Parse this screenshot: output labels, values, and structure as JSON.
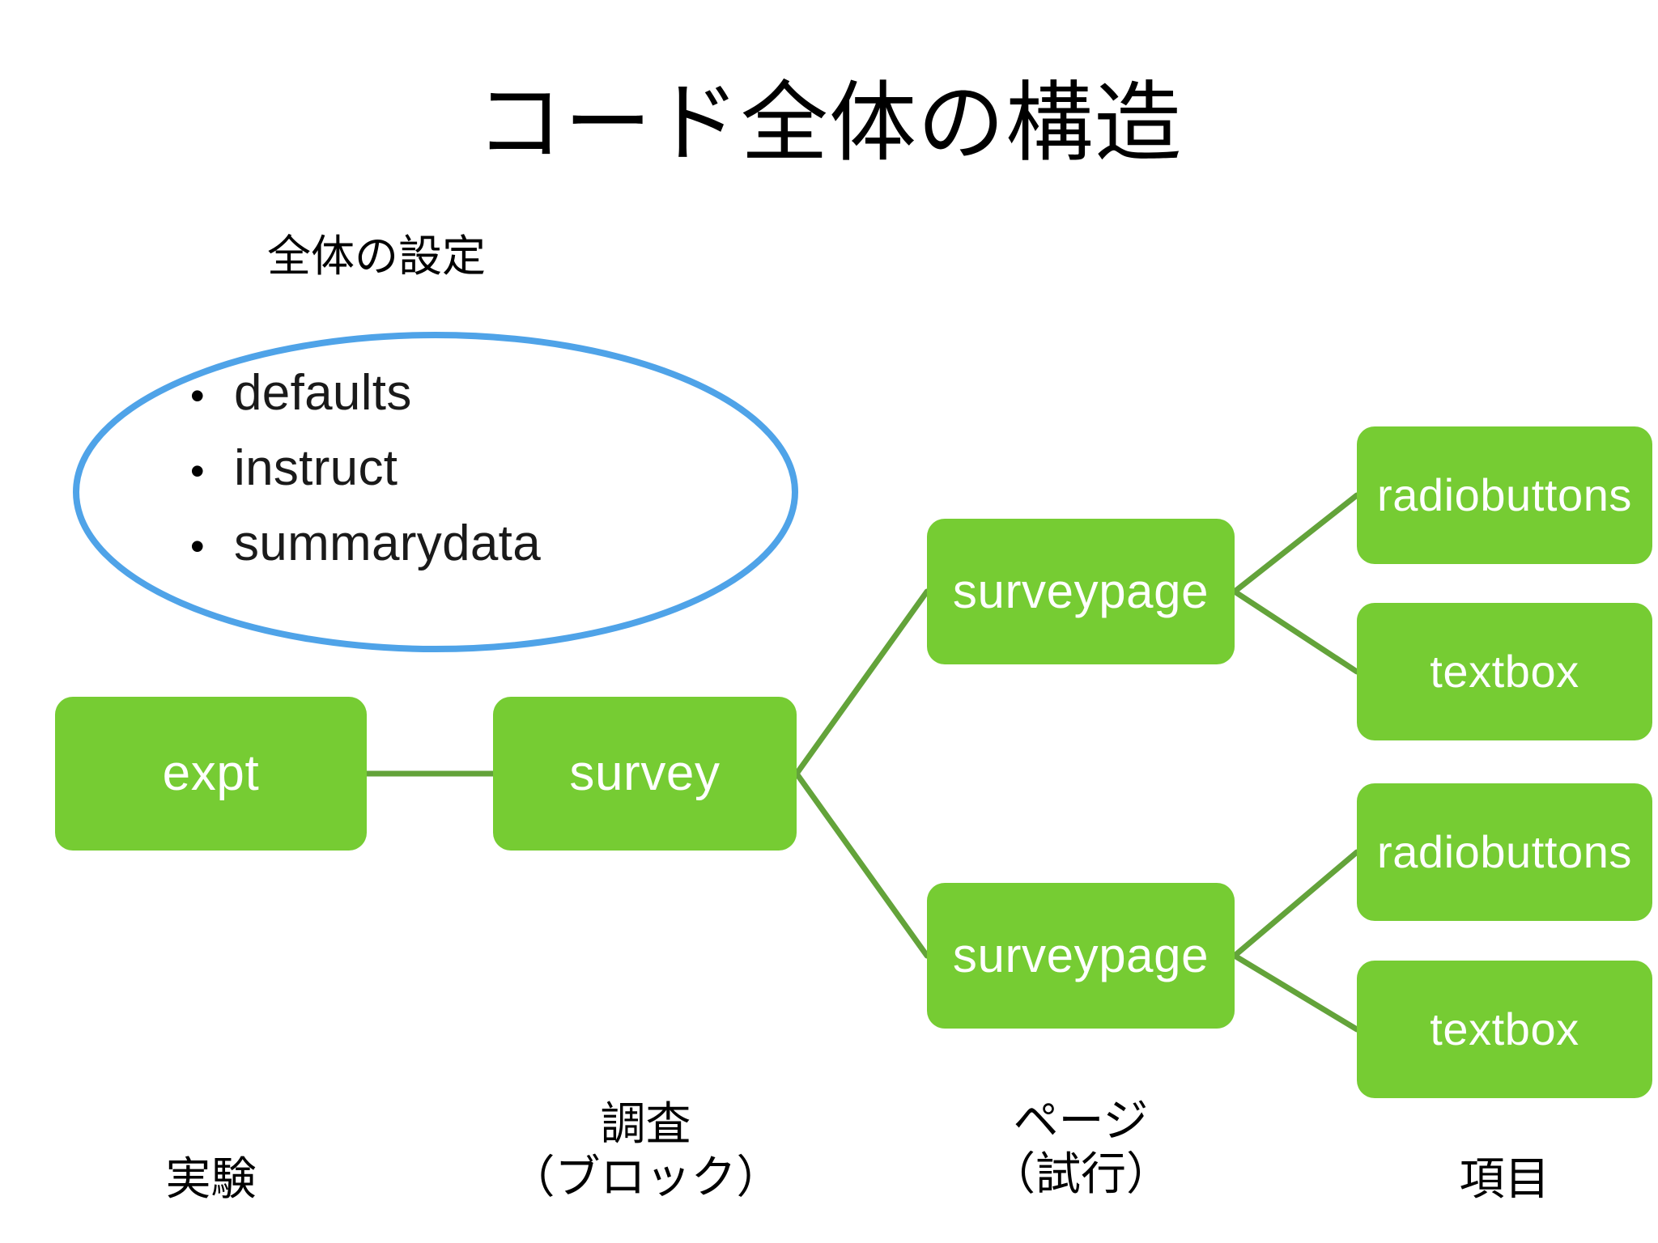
{
  "slide": {
    "title": "コード全体の構造",
    "background_color": "#ffffff",
    "accent_green": "#76CC33",
    "line_green": "#63A33A",
    "ellipse_blue": "#4FA3E8"
  },
  "settings_group": {
    "caption": "全体の設定",
    "bullet_glyph": "•",
    "items": [
      {
        "label": "defaults"
      },
      {
        "label": "instruct"
      },
      {
        "label": "summarydata"
      }
    ]
  },
  "nodes": {
    "expt": "expt",
    "survey": "survey",
    "surveypage_top": "surveypage",
    "surveypage_bottom": "surveypage",
    "radiobuttons_top": "radiobuttons",
    "textbox_top": "textbox",
    "radiobuttons_bottom": "radiobuttons",
    "textbox_bottom": "textbox"
  },
  "column_labels": {
    "experiment": {
      "line1": "実験",
      "line2": ""
    },
    "survey": {
      "line1": "調査",
      "line2": "（ブロック）"
    },
    "page": {
      "line1": "ページ",
      "line2": "（試行）"
    },
    "item": {
      "line1": "項目",
      "line2": ""
    }
  }
}
